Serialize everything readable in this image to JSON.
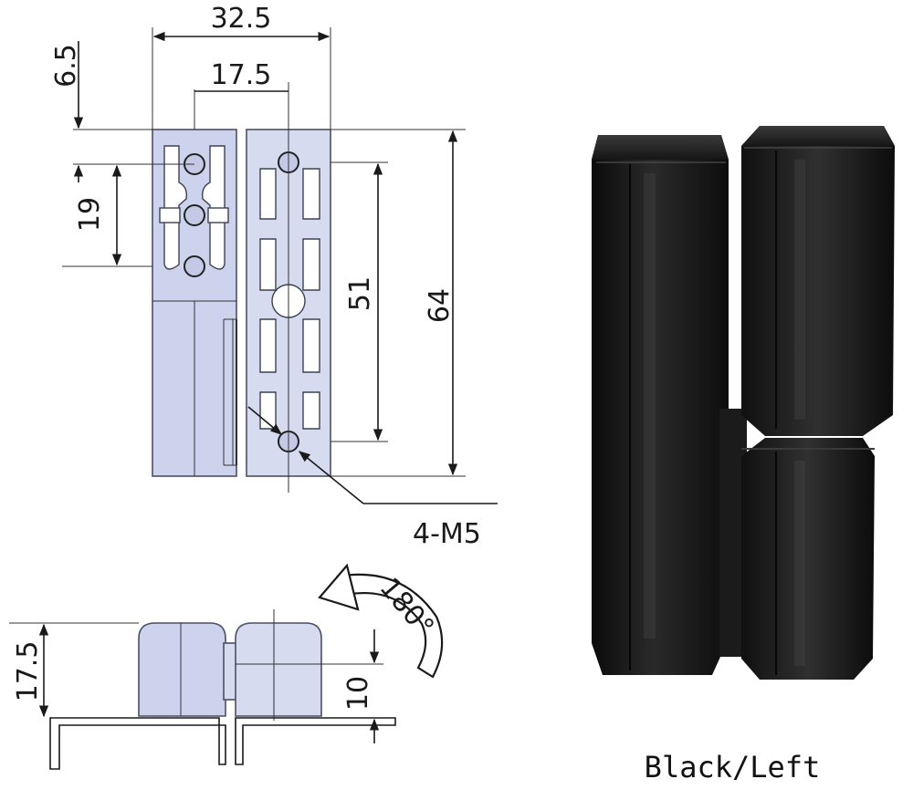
{
  "dimensions": {
    "width": "32.5",
    "top_offset": "6.5",
    "hole_spacing": "17.5",
    "hole_pitch_small": "19",
    "hole_pitch_large": "51",
    "total_height": "64",
    "screws": "4-M5",
    "side_height": "17.5",
    "pin_height": "10",
    "rotation": "180°"
  },
  "product": {
    "caption": "Black/Left"
  },
  "colors": {
    "part_fill": "#cdd3ec",
    "outline": "#4b4f62",
    "hinge_black": "#141414"
  }
}
